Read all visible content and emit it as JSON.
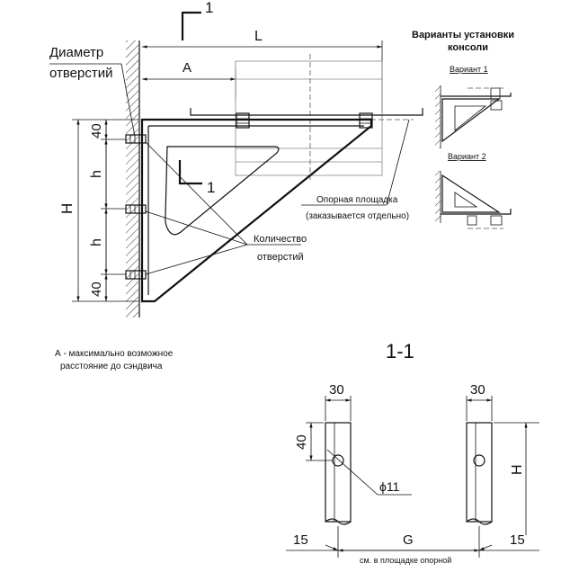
{
  "main_view": {
    "section_mark_top": "1",
    "section_mark_mid": "1",
    "dim_L": "L",
    "dim_A": "A",
    "dim_H": "H",
    "dim_h_upper": "h",
    "dim_h_lower": "h",
    "dim_40_top": "40",
    "dim_40_bottom": "40",
    "hole_diameter_line1": "Диаметр",
    "hole_diameter_line2": "отверстий",
    "hole_count_line1": "Количество",
    "hole_count_line2": "отверстий",
    "support_line1": "Опорная площадка",
    "support_line2": "(заказывается отдельно)"
  },
  "variants": {
    "title_line1": "Варианты установки",
    "title_line2": "консоли",
    "variant1": "Вариант 1",
    "variant2": "Вариант 2"
  },
  "note": {
    "line1": "А - максимально возможное",
    "line2": "расстояние до сэндвича"
  },
  "section_view": {
    "title": "1-1",
    "dim_30_left": "30",
    "dim_30_right": "30",
    "dim_40": "40",
    "dim_phi11": "ϕ11",
    "dim_H": "H",
    "dim_15_left": "15",
    "dim_G": "G",
    "dim_15_right": "15",
    "support_note": "см. в площадке опорной"
  }
}
